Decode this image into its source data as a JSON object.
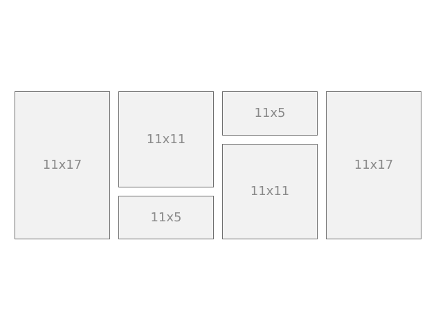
{
  "colors": {
    "background": "#ffffff",
    "frame_fill": "#f2f2f2",
    "frame_border": "#6f6f6f",
    "label": "#8a8a8a"
  },
  "frames": [
    {
      "label": "11x17"
    },
    {
      "label": "11x11"
    },
    {
      "label": "11x5"
    },
    {
      "label": "11x5"
    },
    {
      "label": "11x11"
    },
    {
      "label": "11x17"
    }
  ]
}
